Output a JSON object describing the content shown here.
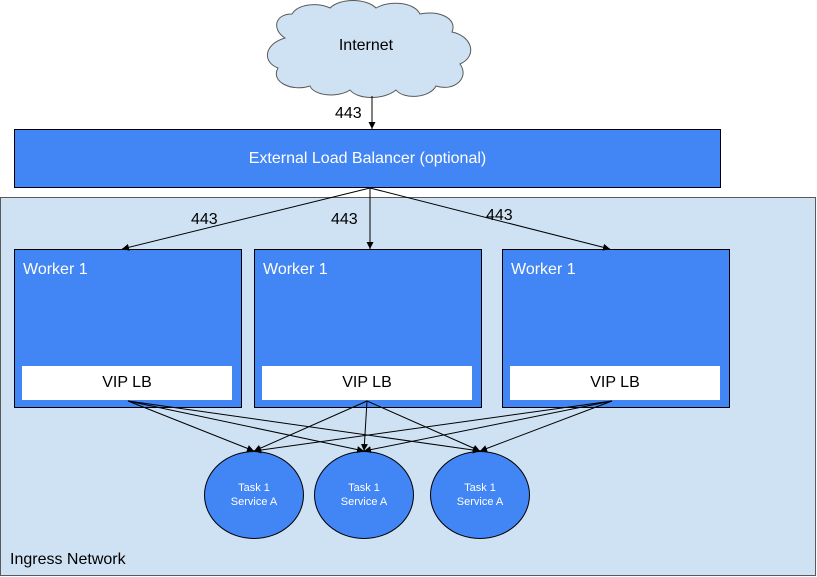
{
  "internet": {
    "label": "Internet"
  },
  "external_lb": {
    "label": "External Load Balancer (optional)"
  },
  "ingress": {
    "label": "Ingress Network"
  },
  "ports": {
    "internet_to_lb": "443",
    "lb_to_worker_1": "443",
    "lb_to_worker_2": "443",
    "lb_to_worker_3": "443"
  },
  "workers": [
    {
      "title": "Worker 1",
      "vip_label": "VIP LB"
    },
    {
      "title": "Worker 1",
      "vip_label": "VIP LB"
    },
    {
      "title": "Worker 1",
      "vip_label": "VIP LB"
    }
  ],
  "tasks": [
    {
      "line1": "Task 1",
      "line2": "Service A"
    },
    {
      "line1": "Task 1",
      "line2": "Service A"
    },
    {
      "line1": "Task 1",
      "line2": "Service A"
    }
  ],
  "colors": {
    "node_blue": "#4285f4",
    "ingress_fill": "#cfe2f3",
    "cloud_fill": "#cfe2f3"
  }
}
